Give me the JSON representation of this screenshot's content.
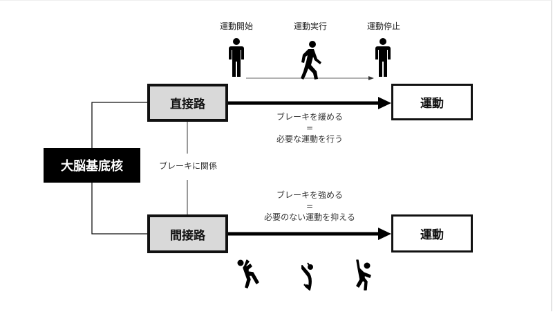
{
  "diagram": {
    "top_labels": {
      "start": "運動開始",
      "execute": "運動実行",
      "stop": "運動停止"
    },
    "core": {
      "label": "大脳基底核"
    },
    "direct_path": {
      "label": "直接路",
      "target": "運動",
      "note_line1": "ブレーキを緩める",
      "note_eq": "=",
      "note_line2": "必要な運動を行う"
    },
    "indirect_path": {
      "label": "間接路",
      "target": "運動",
      "note_line1": "ブレーキを強める",
      "note_eq": "=",
      "note_line2": "必要のない運動を抑える"
    },
    "relation_label": "ブレーキに関係",
    "icons": {
      "top": [
        "standing-person-icon",
        "walking-person-icon",
        "standing-person-icon"
      ],
      "bottom": [
        "falling-person-icon",
        "jerking-person-icon",
        "flailing-person-icon"
      ]
    }
  }
}
